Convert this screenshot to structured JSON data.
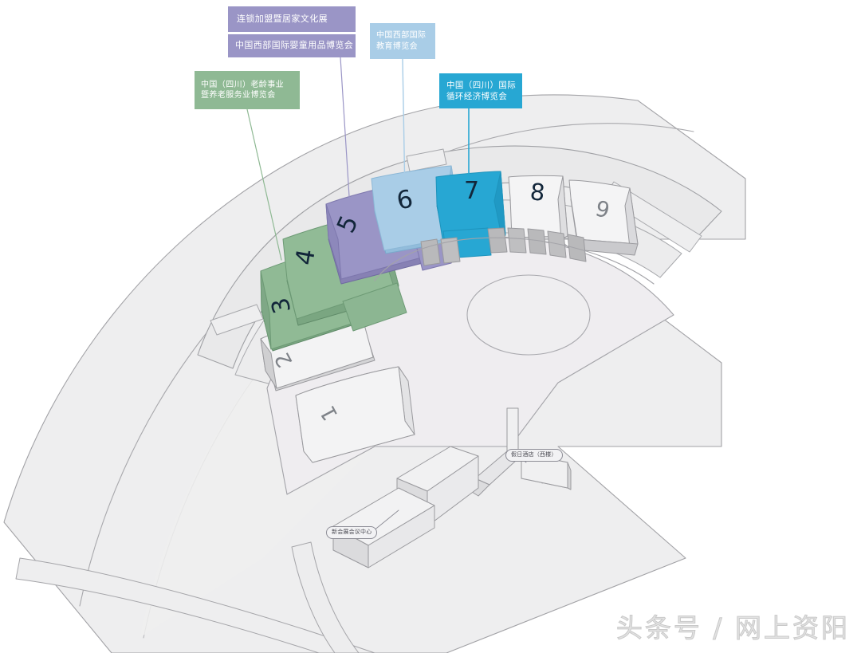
{
  "document": {
    "kind": "venue-map",
    "watermark": "头条号 / 网上资阳",
    "background_color": "#ffffff"
  },
  "callouts": [
    {
      "id": "callout-chain-franchise",
      "text": "连锁加盟暨居家文化展",
      "color": "#9a95c6",
      "text_color": "#ffffff",
      "target_hall": "5"
    },
    {
      "id": "callout-baby-products",
      "text": "中国西部国际婴童用品博览会",
      "color": "#9a95c6",
      "text_color": "#ffffff",
      "target_hall": "5"
    },
    {
      "id": "callout-education",
      "text": "中国西部国际\n教育博览会",
      "color": "#a9cde7",
      "text_color": "#ffffff",
      "target_hall": "6"
    },
    {
      "id": "callout-elderly-care",
      "text": "中国（四川）老龄事业\n暨养老服务业博览会",
      "color": "#8fb994",
      "text_color": "#ffffff",
      "target_hall": "3"
    },
    {
      "id": "callout-circular-economy",
      "text": "中国（四川）国际\n循环经济博览会",
      "color": "#27a7d3",
      "text_color": "#ffffff",
      "target_hall": "7"
    }
  ],
  "halls": [
    {
      "number": "1",
      "color": "#f2f2f2",
      "highlighted": false
    },
    {
      "number": "2",
      "color": "#f2f2f2",
      "highlighted": false
    },
    {
      "number": "3",
      "color": "#8fb994",
      "highlighted": true
    },
    {
      "number": "4",
      "color": "#8fb994",
      "highlighted": true
    },
    {
      "number": "5",
      "color": "#9a95c6",
      "highlighted": true
    },
    {
      "number": "6",
      "color": "#a9cde7",
      "highlighted": true
    },
    {
      "number": "7",
      "color": "#27a7d3",
      "highlighted": true
    },
    {
      "number": "8",
      "color": "#f5f5f5",
      "highlighted": false
    },
    {
      "number": "9",
      "color": "#f5f5f5",
      "highlighted": false
    }
  ],
  "pin_labels": [
    {
      "id": "pin-holiday-inn",
      "text": "假日酒店（西楼）"
    },
    {
      "id": "pin-convention-center",
      "text": "新会展会议中心"
    }
  ],
  "palette": {
    "ground": "#eeeeef",
    "ground_stroke": "#9a9a9e",
    "plaza": "#efeef0",
    "building_top": "#f4f4f5",
    "building_side": "#d9d9db",
    "building_front": "#cfcfd1",
    "green": "#8fb994",
    "green_side": "#7aa681",
    "purple": "#9a95c6",
    "purple_side": "#8781b4",
    "ltblue": "#a9cde7",
    "ltblue_side": "#92bcdb",
    "teal": "#27a7d3",
    "teal_side": "#1f93bd",
    "grey_block": "#b9b9bb"
  }
}
